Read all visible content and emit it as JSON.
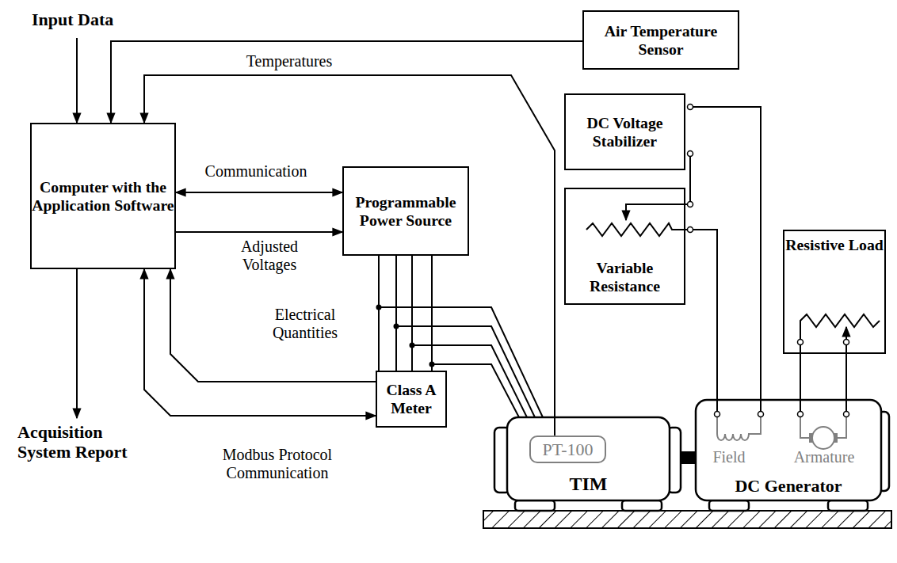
{
  "diagram": {
    "nodes": [
      {
        "text": [
          "Computer with the Application Software"
        ]
      },
      {
        "text": [
          "Air Temperature Sensor"
        ]
      },
      {
        "text": [
          "DC Voltage Stabilizer"
        ]
      },
      {
        "text": [
          "Programmable Power Source"
        ]
      },
      {
        "text": [
          "Variable Resistance"
        ]
      },
      {
        "text": [
          "Resistive Load"
        ]
      },
      {
        "text": [
          "Class A Meter"
        ]
      },
      {
        "text": [
          "TIM"
        ]
      },
      {
        "text": [
          "PT-100"
        ],
        "in": 7
      },
      {
        "text": [
          "DC Generator"
        ]
      }
    ],
    "edges": [
      {
        "from": 1,
        "to": 0,
        "arrow": "to"
      },
      {
        "from": 8,
        "to": 0,
        "arrow": "to",
        "label": "Temperatures"
      },
      {
        "from": 0,
        "to": 3,
        "arrow": "both",
        "label": "Communication"
      },
      {
        "from": 0,
        "to": 3,
        "arrow": "to",
        "label": "Adjusted Voltages"
      },
      {
        "from": 6,
        "to": 0,
        "arrow": "to",
        "label": "Electrical Quantities"
      },
      {
        "from": 0,
        "to": 6,
        "arrow": "both",
        "label": "Modbus Protocol Communication"
      },
      {
        "from": 3,
        "to": 6,
        "arrow": "none"
      },
      {
        "from": 3,
        "to": 7,
        "arrow": "none"
      },
      {
        "from": 2,
        "to": 4,
        "arrow": "none"
      },
      {
        "from": 2,
        "to": 9,
        "arrow": "none"
      },
      {
        "from": 4,
        "to": 9,
        "arrow": "none"
      },
      {
        "from": 9,
        "to": 5,
        "arrow": "none"
      }
    ],
    "labels": [
      "Input Data",
      "Acquisition System Report",
      "Field",
      "Armature"
    ]
  }
}
